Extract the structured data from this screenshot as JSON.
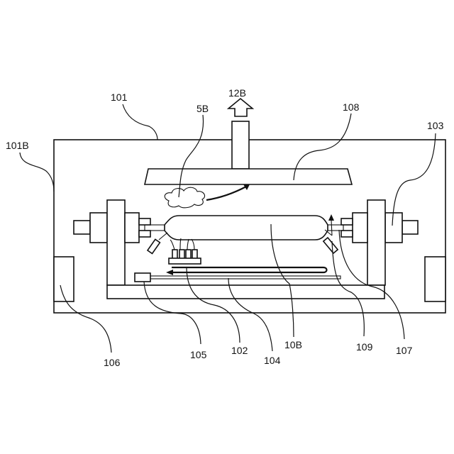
{
  "labels": {
    "l101": "101",
    "l101B": "101B",
    "l5B": "5B",
    "l12B": "12B",
    "l108": "108",
    "l103": "103",
    "l106": "106",
    "l105": "105",
    "l102": "102",
    "l104": "104",
    "l10B": "10B",
    "l109": "109",
    "l107": "107"
  }
}
